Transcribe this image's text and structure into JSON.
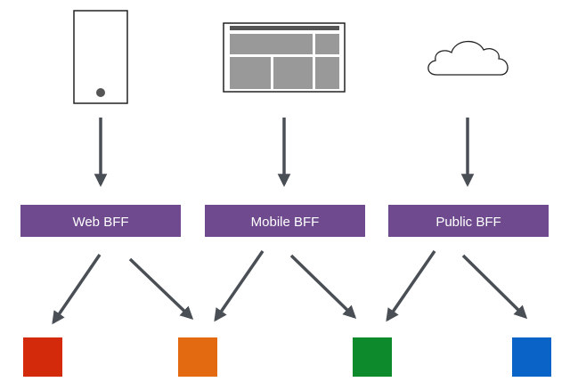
{
  "clients": [
    {
      "kind": "mobile-phone"
    },
    {
      "kind": "web-browser"
    },
    {
      "kind": "cloud"
    }
  ],
  "bffs": [
    {
      "label": "Web BFF"
    },
    {
      "label": "Mobile BFF"
    },
    {
      "label": "Public BFF"
    }
  ],
  "services": [
    {
      "color": "#d42a0c"
    },
    {
      "color": "#e36a10"
    },
    {
      "color": "#0d8a2c"
    },
    {
      "color": "#0a64c8"
    }
  ],
  "colors": {
    "bff_fill": "#6f4a8e",
    "arrow": "#4a4f56",
    "icon_stroke": "#222222",
    "browser_panel": "#999999"
  }
}
